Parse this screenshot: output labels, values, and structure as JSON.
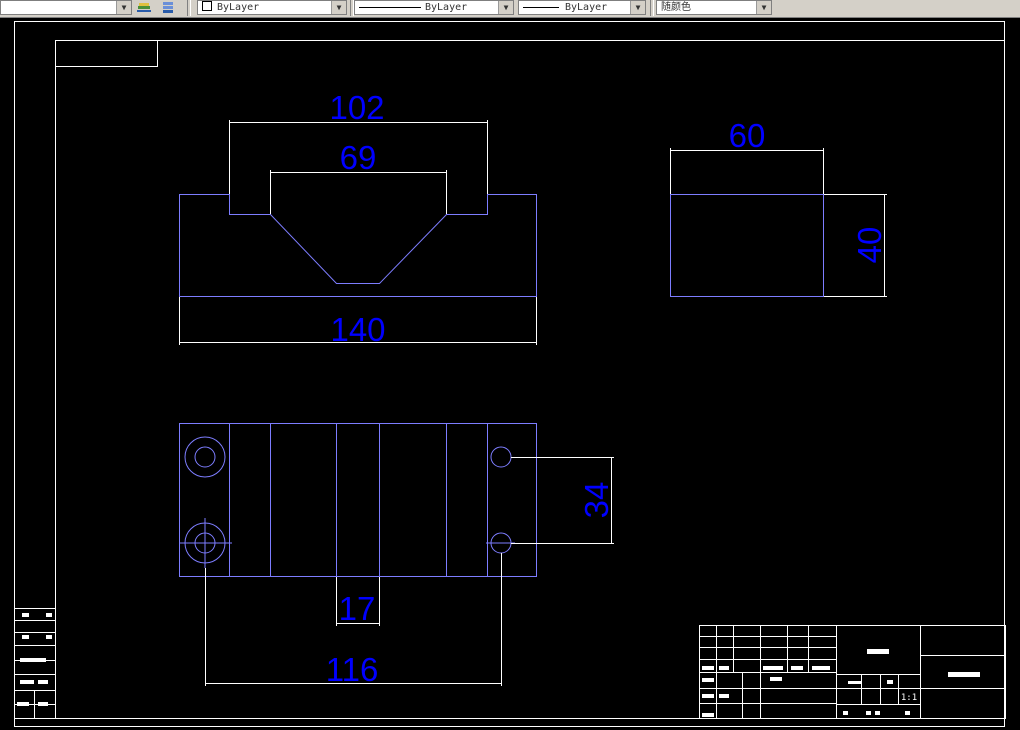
{
  "toolbar": {
    "layer_color": "ByLayer",
    "linetype": "ByLayer",
    "lineweight": "ByLayer",
    "plot_color": "随颜色"
  },
  "drawing": {
    "dim_top_width": "102",
    "dim_groove_width": "69",
    "dim_base_length": "140",
    "dim_side_width": "60",
    "dim_side_height": "40",
    "dim_hole_spacing_v": "34",
    "dim_slot_width": "17",
    "dim_hole_spacing_h": "116",
    "title_block_scale": "1:1"
  },
  "colors": {
    "geometry": "#7d7dff",
    "dimension_text": "#0000ff",
    "frame": "#ffffff"
  }
}
